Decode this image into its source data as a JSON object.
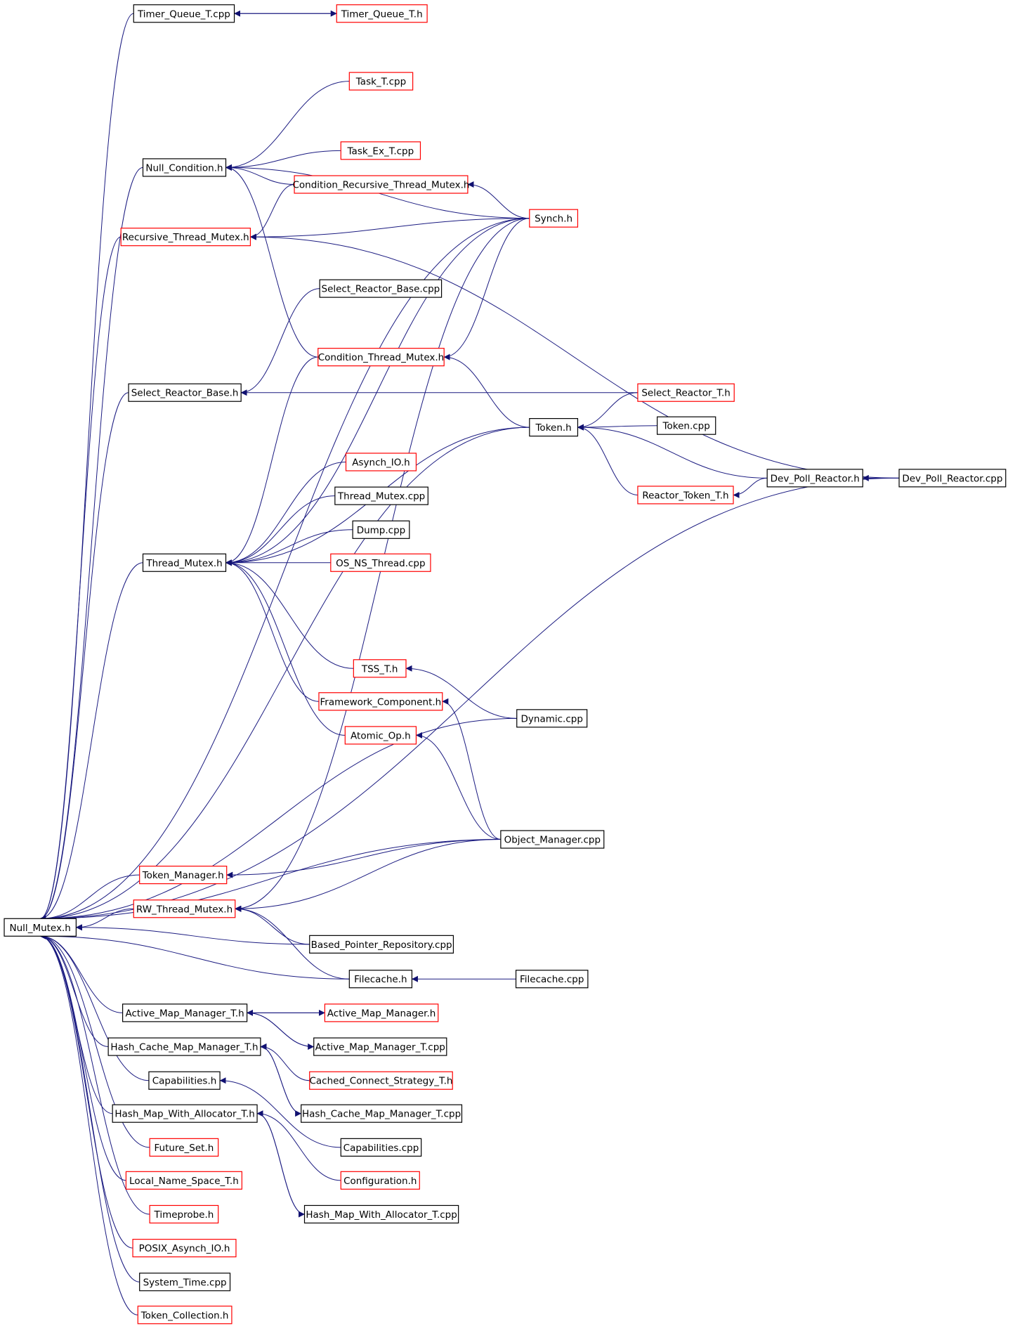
{
  "colors": {
    "edge": "#1a1a80",
    "arrowhead": "#101070",
    "border_black": "#000000",
    "border_red": "#ff0000",
    "root_fill": "#bfbfbf",
    "node_fill": "#ffffff"
  },
  "nodes": [
    {
      "id": "root",
      "label": "Null_Mutex.h",
      "style": "root"
    },
    {
      "id": "n1",
      "label": "Timer_Queue_T.cpp",
      "style": "black"
    },
    {
      "id": "n2",
      "label": "Timer_Queue_T.h",
      "style": "red"
    },
    {
      "id": "n3",
      "label": "Task_T.cpp",
      "style": "red"
    },
    {
      "id": "n4",
      "label": "Task_Ex_T.cpp",
      "style": "red"
    },
    {
      "id": "n5",
      "label": "Null_Condition.h",
      "style": "black"
    },
    {
      "id": "n6",
      "label": "Condition_Recursive_Thread_Mutex.h",
      "style": "red"
    },
    {
      "id": "n7",
      "label": "Synch.h",
      "style": "red"
    },
    {
      "id": "n8",
      "label": "Recursive_Thread_Mutex.h",
      "style": "red"
    },
    {
      "id": "n9",
      "label": "Select_Reactor_Base.cpp",
      "style": "black"
    },
    {
      "id": "n10",
      "label": "Condition_Thread_Mutex.h",
      "style": "red"
    },
    {
      "id": "n11",
      "label": "Select_Reactor_Base.h",
      "style": "black"
    },
    {
      "id": "n12",
      "label": "Select_Reactor_T.h",
      "style": "red"
    },
    {
      "id": "n13",
      "label": "Token.h",
      "style": "black"
    },
    {
      "id": "n14",
      "label": "Token.cpp",
      "style": "black"
    },
    {
      "id": "n15",
      "label": "Dev_Poll_Reactor.h",
      "style": "black"
    },
    {
      "id": "n16",
      "label": "Dev_Poll_Reactor.cpp",
      "style": "black"
    },
    {
      "id": "n17",
      "label": "Reactor_Token_T.h",
      "style": "red"
    },
    {
      "id": "n18",
      "label": "Asynch_IO.h",
      "style": "red"
    },
    {
      "id": "n19",
      "label": "Thread_Mutex.cpp",
      "style": "black"
    },
    {
      "id": "n20",
      "label": "Dump.cpp",
      "style": "black"
    },
    {
      "id": "n21",
      "label": "OS_NS_Thread.cpp",
      "style": "red"
    },
    {
      "id": "n22",
      "label": "Thread_Mutex.h",
      "style": "black"
    },
    {
      "id": "n23",
      "label": "TSS_T.h",
      "style": "red"
    },
    {
      "id": "n24",
      "label": "Framework_Component.h",
      "style": "red"
    },
    {
      "id": "n25",
      "label": "Dynamic.cpp",
      "style": "black"
    },
    {
      "id": "n26",
      "label": "Atomic_Op.h",
      "style": "red"
    },
    {
      "id": "n27",
      "label": "Object_Manager.cpp",
      "style": "black"
    },
    {
      "id": "n28",
      "label": "Token_Manager.h",
      "style": "red"
    },
    {
      "id": "n29",
      "label": "RW_Thread_Mutex.h",
      "style": "red"
    },
    {
      "id": "n30",
      "label": "Based_Pointer_Repository.cpp",
      "style": "black"
    },
    {
      "id": "n31",
      "label": "Filecache.h",
      "style": "black"
    },
    {
      "id": "n32",
      "label": "Filecache.cpp",
      "style": "black"
    },
    {
      "id": "n33",
      "label": "Active_Map_Manager_T.h",
      "style": "black"
    },
    {
      "id": "n34",
      "label": "Active_Map_Manager.h",
      "style": "red"
    },
    {
      "id": "n35",
      "label": "Active_Map_Manager_T.cpp",
      "style": "black"
    },
    {
      "id": "n36",
      "label": "Hash_Cache_Map_Manager_T.h",
      "style": "black"
    },
    {
      "id": "n37",
      "label": "Cached_Connect_Strategy_T.h",
      "style": "red"
    },
    {
      "id": "n38",
      "label": "Capabilities.h",
      "style": "black"
    },
    {
      "id": "n39",
      "label": "Hash_Cache_Map_Manager_T.cpp",
      "style": "black"
    },
    {
      "id": "n40",
      "label": "Hash_Map_With_Allocator_T.h",
      "style": "black"
    },
    {
      "id": "n41",
      "label": "Capabilities.cpp",
      "style": "black"
    },
    {
      "id": "n42",
      "label": "Future_Set.h",
      "style": "red"
    },
    {
      "id": "n43",
      "label": "Configuration.h",
      "style": "red"
    },
    {
      "id": "n44",
      "label": "Local_Name_Space_T.h",
      "style": "red"
    },
    {
      "id": "n45",
      "label": "Hash_Map_With_Allocator_T.cpp",
      "style": "black"
    },
    {
      "id": "n46",
      "label": "Timeprobe.h",
      "style": "red"
    },
    {
      "id": "n47",
      "label": "POSIX_Asynch_IO.h",
      "style": "red"
    },
    {
      "id": "n48",
      "label": "System_Time.cpp",
      "style": "black"
    },
    {
      "id": "n49",
      "label": "Token_Collection.h",
      "style": "red"
    }
  ],
  "edges": [
    {
      "from": "n1",
      "to": "root"
    },
    {
      "from": "n1",
      "to": "n2"
    },
    {
      "from": "n2",
      "to": "n1"
    },
    {
      "from": "n7",
      "to": "root"
    },
    {
      "from": "n5",
      "to": "root"
    },
    {
      "from": "n3",
      "to": "n5"
    },
    {
      "from": "n7",
      "to": "n5"
    },
    {
      "from": "n4",
      "to": "n5"
    },
    {
      "from": "n6",
      "to": "n5"
    },
    {
      "from": "n10",
      "to": "n5"
    },
    {
      "from": "n7",
      "to": "n6"
    },
    {
      "from": "n8",
      "to": "root"
    },
    {
      "from": "n6",
      "to": "n8"
    },
    {
      "from": "n7",
      "to": "n8"
    },
    {
      "from": "n16",
      "to": "n8"
    },
    {
      "from": "n11",
      "to": "root"
    },
    {
      "from": "n9",
      "to": "n11"
    },
    {
      "from": "n12",
      "to": "n11"
    },
    {
      "from": "n7",
      "to": "n10"
    },
    {
      "from": "n13",
      "to": "n10"
    },
    {
      "from": "n13",
      "to": "root"
    },
    {
      "from": "n12",
      "to": "n13"
    },
    {
      "from": "n14",
      "to": "n13"
    },
    {
      "from": "n15",
      "to": "n13"
    },
    {
      "from": "n17",
      "to": "n13"
    },
    {
      "from": "n15",
      "to": "n17"
    },
    {
      "from": "n16",
      "to": "n15"
    },
    {
      "from": "n22",
      "to": "root"
    },
    {
      "from": "n7",
      "to": "n22"
    },
    {
      "from": "n10",
      "to": "n22"
    },
    {
      "from": "n18",
      "to": "n22"
    },
    {
      "from": "n19",
      "to": "n22"
    },
    {
      "from": "n20",
      "to": "n22"
    },
    {
      "from": "n21",
      "to": "n22"
    },
    {
      "from": "n13",
      "to": "n22"
    },
    {
      "from": "n23",
      "to": "n22"
    },
    {
      "from": "n24",
      "to": "n22"
    },
    {
      "from": "n26",
      "to": "n22"
    },
    {
      "from": "n25",
      "to": "n23"
    },
    {
      "from": "n27",
      "to": "n24"
    },
    {
      "from": "n27",
      "to": "n26"
    },
    {
      "from": "n25",
      "to": "root"
    },
    {
      "from": "n16",
      "to": "root"
    },
    {
      "from": "n27",
      "to": "root"
    },
    {
      "from": "n28",
      "to": "root"
    },
    {
      "from": "n27",
      "to": "n28"
    },
    {
      "from": "n29",
      "to": "root"
    },
    {
      "from": "n7",
      "to": "n29"
    },
    {
      "from": "n27",
      "to": "n29"
    },
    {
      "from": "n30",
      "to": "n29"
    },
    {
      "from": "n31",
      "to": "n29"
    },
    {
      "from": "n30",
      "to": "root"
    },
    {
      "from": "n31",
      "to": "root"
    },
    {
      "from": "n32",
      "to": "n31"
    },
    {
      "from": "n33",
      "to": "root"
    },
    {
      "from": "n33",
      "to": "n34"
    },
    {
      "from": "n34",
      "to": "n33"
    },
    {
      "from": "n35",
      "to": "n33"
    },
    {
      "from": "n33",
      "to": "n35"
    },
    {
      "from": "n36",
      "to": "root"
    },
    {
      "from": "n37",
      "to": "n36"
    },
    {
      "from": "n39",
      "to": "n36"
    },
    {
      "from": "n36",
      "to": "n39"
    },
    {
      "from": "n38",
      "to": "root"
    },
    {
      "from": "n41",
      "to": "n38"
    },
    {
      "from": "n40",
      "to": "root"
    },
    {
      "from": "n43",
      "to": "n40"
    },
    {
      "from": "n45",
      "to": "n40"
    },
    {
      "from": "n40",
      "to": "n45"
    },
    {
      "from": "n42",
      "to": "root"
    },
    {
      "from": "n44",
      "to": "root"
    },
    {
      "from": "n46",
      "to": "root"
    },
    {
      "from": "n47",
      "to": "root"
    },
    {
      "from": "n48",
      "to": "root"
    },
    {
      "from": "n49",
      "to": "root"
    }
  ]
}
